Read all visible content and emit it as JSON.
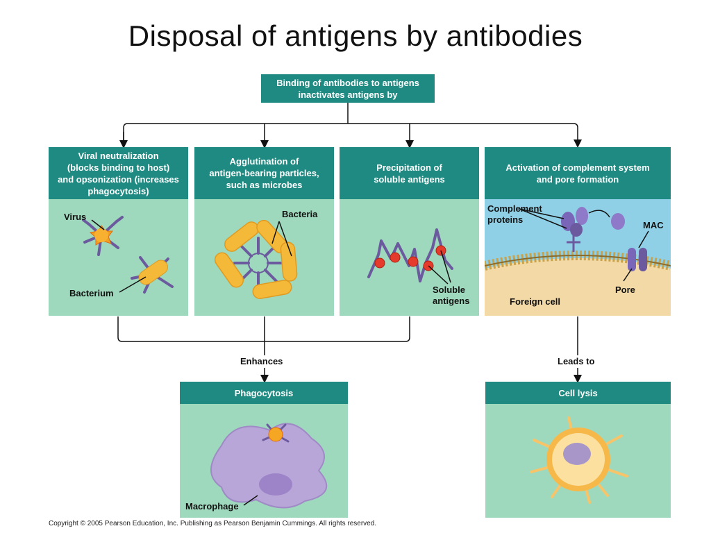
{
  "title": "Disposal of antigens by antibodies",
  "top_box": "Binding of antibodies to antigens\ninactivates antigens by",
  "mechanisms": [
    {
      "header": "Viral neutralization\n(blocks binding to host)\nand opsonization (increases\nphagocytosis)",
      "labels": [
        "Virus",
        "Bacterium"
      ]
    },
    {
      "header": "Agglutination of\nantigen-bearing particles,\nsuch as microbes",
      "labels": [
        "Bacteria"
      ]
    },
    {
      "header": "Precipitation of\nsoluble antigens",
      "labels": [
        "Soluble\nantigens"
      ]
    },
    {
      "header": "Activation of complement system\nand pore formation",
      "labels": [
        "Complement\nproteins",
        "MAC",
        "Pore",
        "Foreign cell"
      ]
    }
  ],
  "connector_labels": {
    "enhances": "Enhances",
    "leads_to": "Leads to"
  },
  "outcomes": [
    {
      "header": "Phagocytosis",
      "labels": [
        "Macrophage"
      ]
    },
    {
      "header": "Cell lysis"
    }
  ],
  "copyright": "Copyright © 2005 Pearson Education, Inc. Publishing as Pearson Benjamin Cummings. All rights reserved.",
  "colors": {
    "header_teal": "#1f8a82",
    "panel_green": "#9fd9bd",
    "antibody_purple": "#6b5a9e",
    "bacteria_yellow": "#f5b93a",
    "antigen_red": "#e53b2c",
    "membrane_tan": "#f2d9a6",
    "sky_blue": "#8fd0e6",
    "macrophage_lilac": "#b9a6d8"
  },
  "icons": [
    "antibody-icon",
    "virus-icon",
    "bacterium-icon",
    "complement-protein-icon",
    "mac-pore-icon",
    "macrophage-icon",
    "lysed-cell-icon"
  ]
}
